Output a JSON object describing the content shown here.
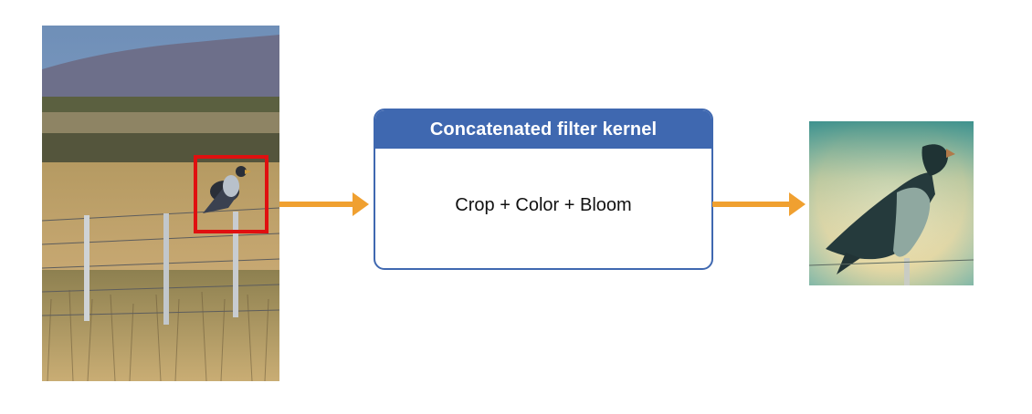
{
  "kernel": {
    "title": "Concatenated filter kernel",
    "operations": "Crop + Color + Bloom"
  },
  "colors": {
    "kernel_header": "#3f68b0",
    "arrow": "#f0a030",
    "crop_box": "#e01010"
  },
  "images": {
    "source": "photo-bird-on-fence-post",
    "result": "photo-filtered-bird-closeup"
  }
}
